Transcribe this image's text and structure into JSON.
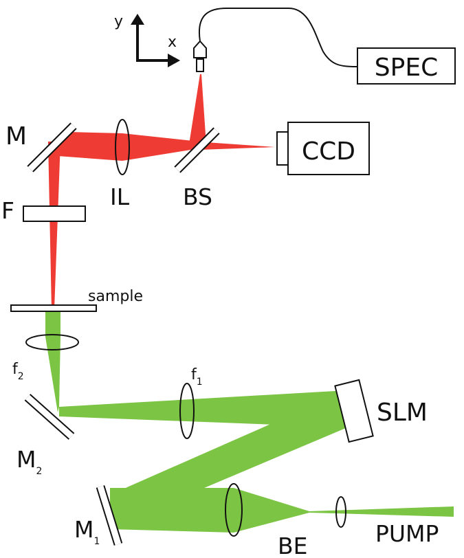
{
  "axes": {
    "y_label": "y",
    "x_label": "x"
  },
  "components": {
    "spectrometer": "SPEC",
    "camera": "CCD",
    "mirror": "M",
    "filter": "F",
    "imaging_lens": "IL",
    "beam_splitter": "BS",
    "sample": "sample",
    "lens_f2": {
      "base": "f",
      "sub": "2"
    },
    "lens_f1": {
      "base": "f",
      "sub": "1"
    },
    "mirror_m2": {
      "base": "M",
      "sub": "2"
    },
    "mirror_m1": {
      "base": "M",
      "sub": "1"
    },
    "slm": "SLM",
    "beam_expander": "BE",
    "pump": "PUMP"
  },
  "colors": {
    "detection_beam": "#ee3b33",
    "pump_beam": "#7cc443",
    "outline": "#111111"
  }
}
